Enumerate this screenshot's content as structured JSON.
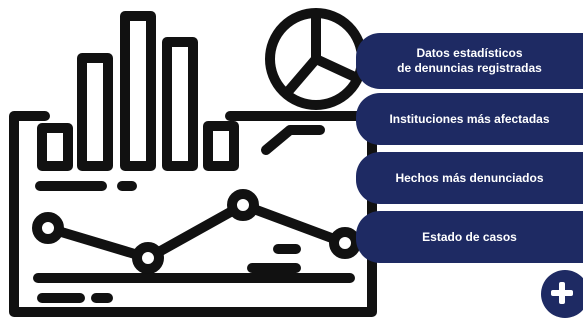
{
  "menu": {
    "items": [
      {
        "line1": "Datos estadísticos",
        "line2": "de denuncias registradas"
      },
      {
        "line1": "Instituciones más afectadas"
      },
      {
        "line1": "Hechos más denunciados"
      },
      {
        "line1": "Estado de casos"
      }
    ]
  },
  "colors": {
    "button_bg": "#1e2a63",
    "line_art": "#111111",
    "background": "#ffffff"
  },
  "icons": {
    "illustration": "analytics-dashboard-icon",
    "pie": "pie-chart-icon",
    "add": "plus-icon"
  }
}
